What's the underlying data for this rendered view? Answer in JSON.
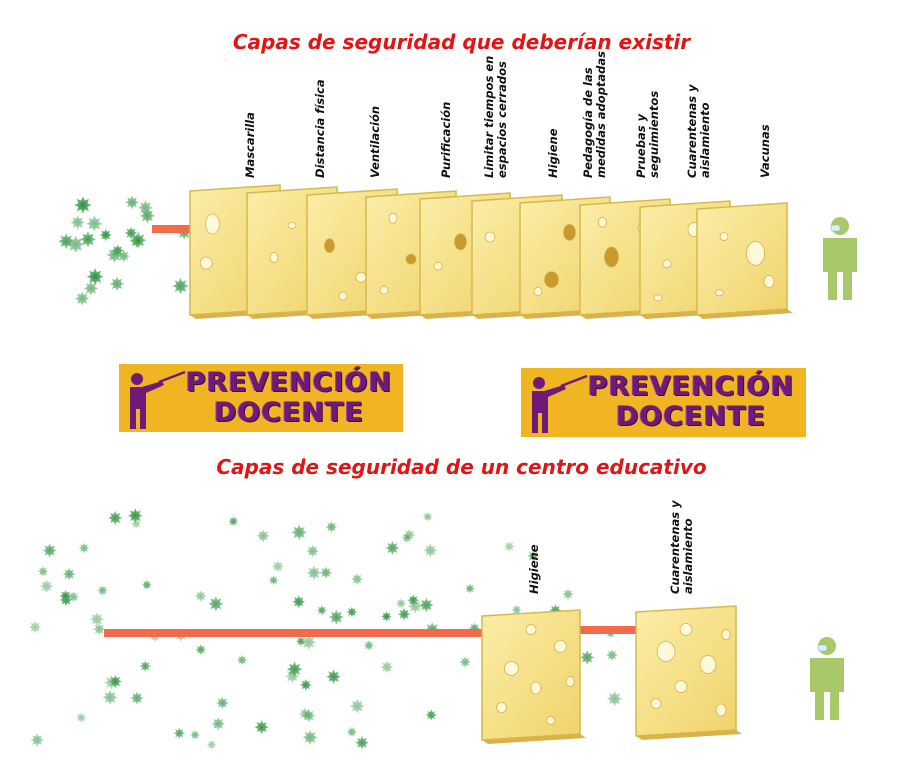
{
  "top_section": {
    "title": "Capas de seguridad que deberían existir",
    "layers": [
      {
        "label": "Mascarilla"
      },
      {
        "label": "Distancia física"
      },
      {
        "label": "Ventilación"
      },
      {
        "label": "Purificación"
      },
      {
        "label": "Limitar tiempos en\nespacios cerrados"
      },
      {
        "label": "Higiene"
      },
      {
        "label": "Pedagogía de las\nmedidas adoptadas"
      },
      {
        "label": "Pruebas y\nseguimientos"
      },
      {
        "label": "Cuarentenas y\naislamiento"
      },
      {
        "label": "Vacunas"
      }
    ]
  },
  "banners": [
    {
      "line1": "PREVENCIÓN",
      "line2": "DOCENTE"
    },
    {
      "line1": "PREVENCIÓN",
      "line2": "DOCENTE"
    }
  ],
  "bottom_section": {
    "title": "Capas de seguridad de un centro educativo",
    "layers": [
      {
        "label": "Higiene"
      },
      {
        "label": "Cuarentenas y\naislamiento"
      }
    ]
  },
  "colors": {
    "title": "#e01515",
    "cheese": "#f8e38f",
    "cheese_edge": "#d7b84a",
    "hole": "#fff9dc",
    "virus": "#4caa5c",
    "path": "#f26a4a",
    "person": "#a8c86a",
    "banner_bg": "#f1b423",
    "banner_text": "#6e1a78"
  },
  "icons": [
    "virus-icon",
    "person-icon",
    "teacher-icon",
    "cheese-slice-icon"
  ]
}
